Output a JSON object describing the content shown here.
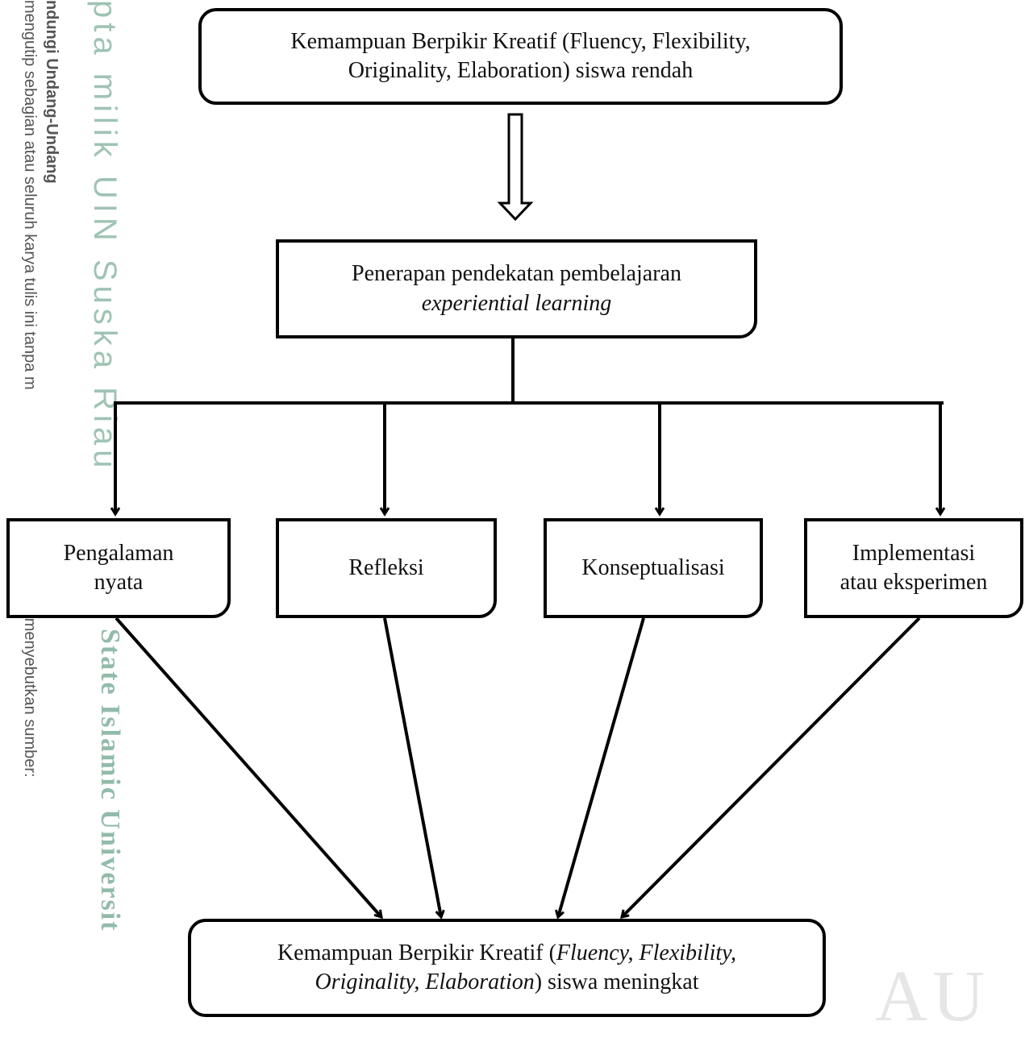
{
  "watermark": {
    "copyright": "pta milik UIN Suska Riau",
    "university": "State Islamic Universit",
    "law_title": "ndungi Undang-Undang",
    "law_line_1a": "mengutip sebagian atau seluruh karya tulis ini tanpa m",
    "law_line_1b": "kan dan menyebutkan sumber:",
    "law_line_2": "",
    "riau": "AU"
  },
  "diagram": {
    "problem": "Kemampuan Berpikir Kreatif (Fluency, Flexibility, Originality, Elaboration) siswa rendah",
    "approach": {
      "line1": "Penerapan pendekatan pembelajaran",
      "line2": "experiential learning"
    },
    "stages": [
      {
        "line1": "Pengalaman",
        "line2": "nyata"
      },
      {
        "line1": "Refleksi",
        "line2": ""
      },
      {
        "line1": "Konseptualisasi",
        "line2": ""
      },
      {
        "line1": "Implementasi",
        "line2": "atau eksperimen"
      }
    ],
    "outcome": {
      "pre": "Kemampuan Berpikir Kreatif (",
      "em1": "Fluency, Flexibility,",
      "em2": "Originality, Elaboration",
      "post": ") siswa meningkat"
    }
  },
  "colors": {
    "watermark_green": "#7fb09c",
    "line": "#000000"
  }
}
